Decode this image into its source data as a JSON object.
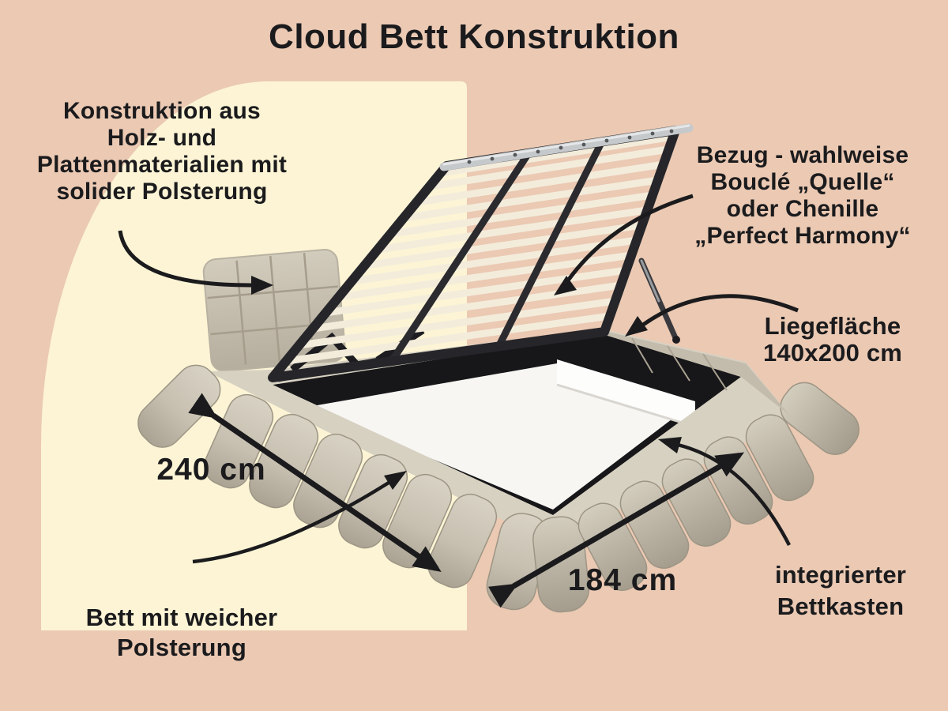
{
  "title": "Cloud Bett Konstruktion",
  "colors": {
    "background": "#ebc9b3",
    "panel": "#fcf4d5",
    "ink": "#1b1b1d",
    "fabric": "#cbc4b5",
    "fabric_light": "#dad4c6",
    "fabric_dark": "#a89f8f",
    "frame_black": "#26262a",
    "slat": "#f3ecdb",
    "silver": "#c6c9cb",
    "interior_black": "#17171a",
    "floor_white": "#f7f6f3"
  },
  "labels": {
    "construction": {
      "lines": [
        "Konstruktion aus",
        "Holz- und",
        "Plattenmaterialien mit",
        "solider Polsterung"
      ]
    },
    "cover": {
      "lines": [
        "Bezug - wahlweise",
        "Bouclé „Quelle“",
        "oder Chenille",
        "„Perfect Harmony“"
      ]
    },
    "surface": {
      "lines": [
        "Liegefläche",
        "140x200 cm"
      ]
    },
    "width_dimension": "240 cm",
    "depth_dimension": "184 cm",
    "storage": {
      "lines": [
        "integrierter",
        "Bettkasten"
      ]
    },
    "soft": {
      "lines": [
        "Bett mit weicher",
        "Polsterung"
      ]
    }
  }
}
